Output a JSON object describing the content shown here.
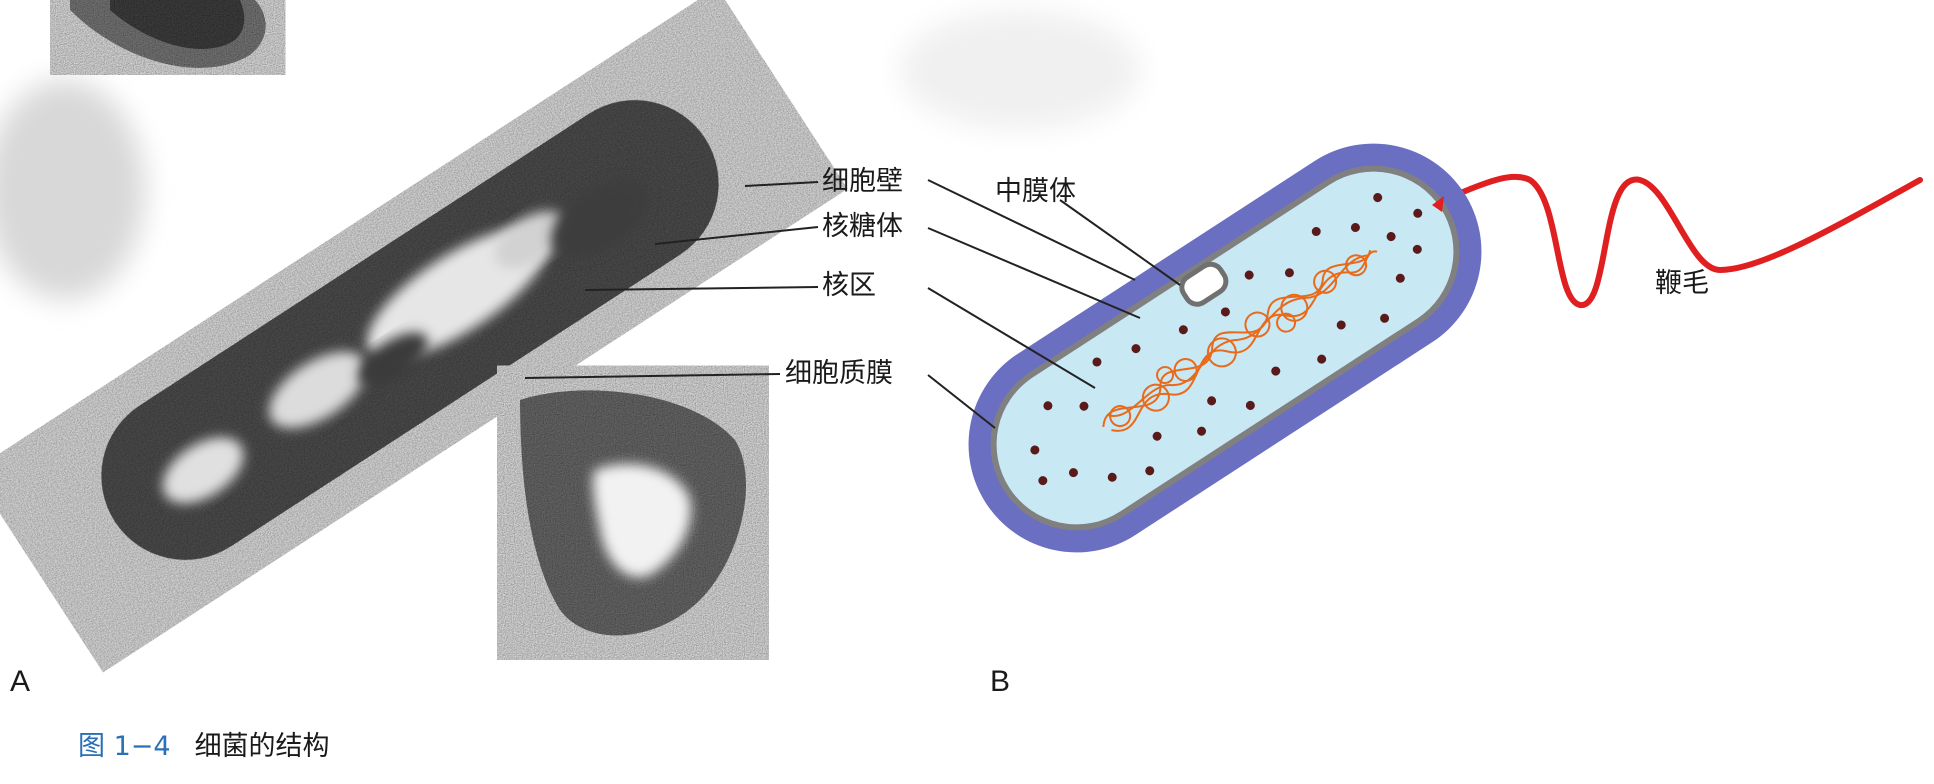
{
  "panel_a": {
    "letter": "A",
    "labels": {
      "cell_wall": "细胞壁",
      "ribosome": "核糖体",
      "nucleoid": "核区",
      "cell_membrane": "细胞质膜"
    }
  },
  "panel_b": {
    "letter": "B",
    "labels": {
      "mesosome": "中膜体",
      "flagellum": "鞭毛"
    }
  },
  "caption": {
    "number": "图 1−4",
    "title": "细菌的结构"
  },
  "colors": {
    "outer_wall": "#6a6fc2",
    "cytoplasm": "#c8e8f4",
    "membrane": "#808080",
    "ribosome_dots": "#5a1a1a",
    "dna": "#e86a1a",
    "flagellum": "#e02020",
    "caption_number": "#2a6fb8",
    "leader_lines": "#222222"
  },
  "icons": [
    "em-bacterium-photo",
    "bacterium-cell-diagram"
  ]
}
